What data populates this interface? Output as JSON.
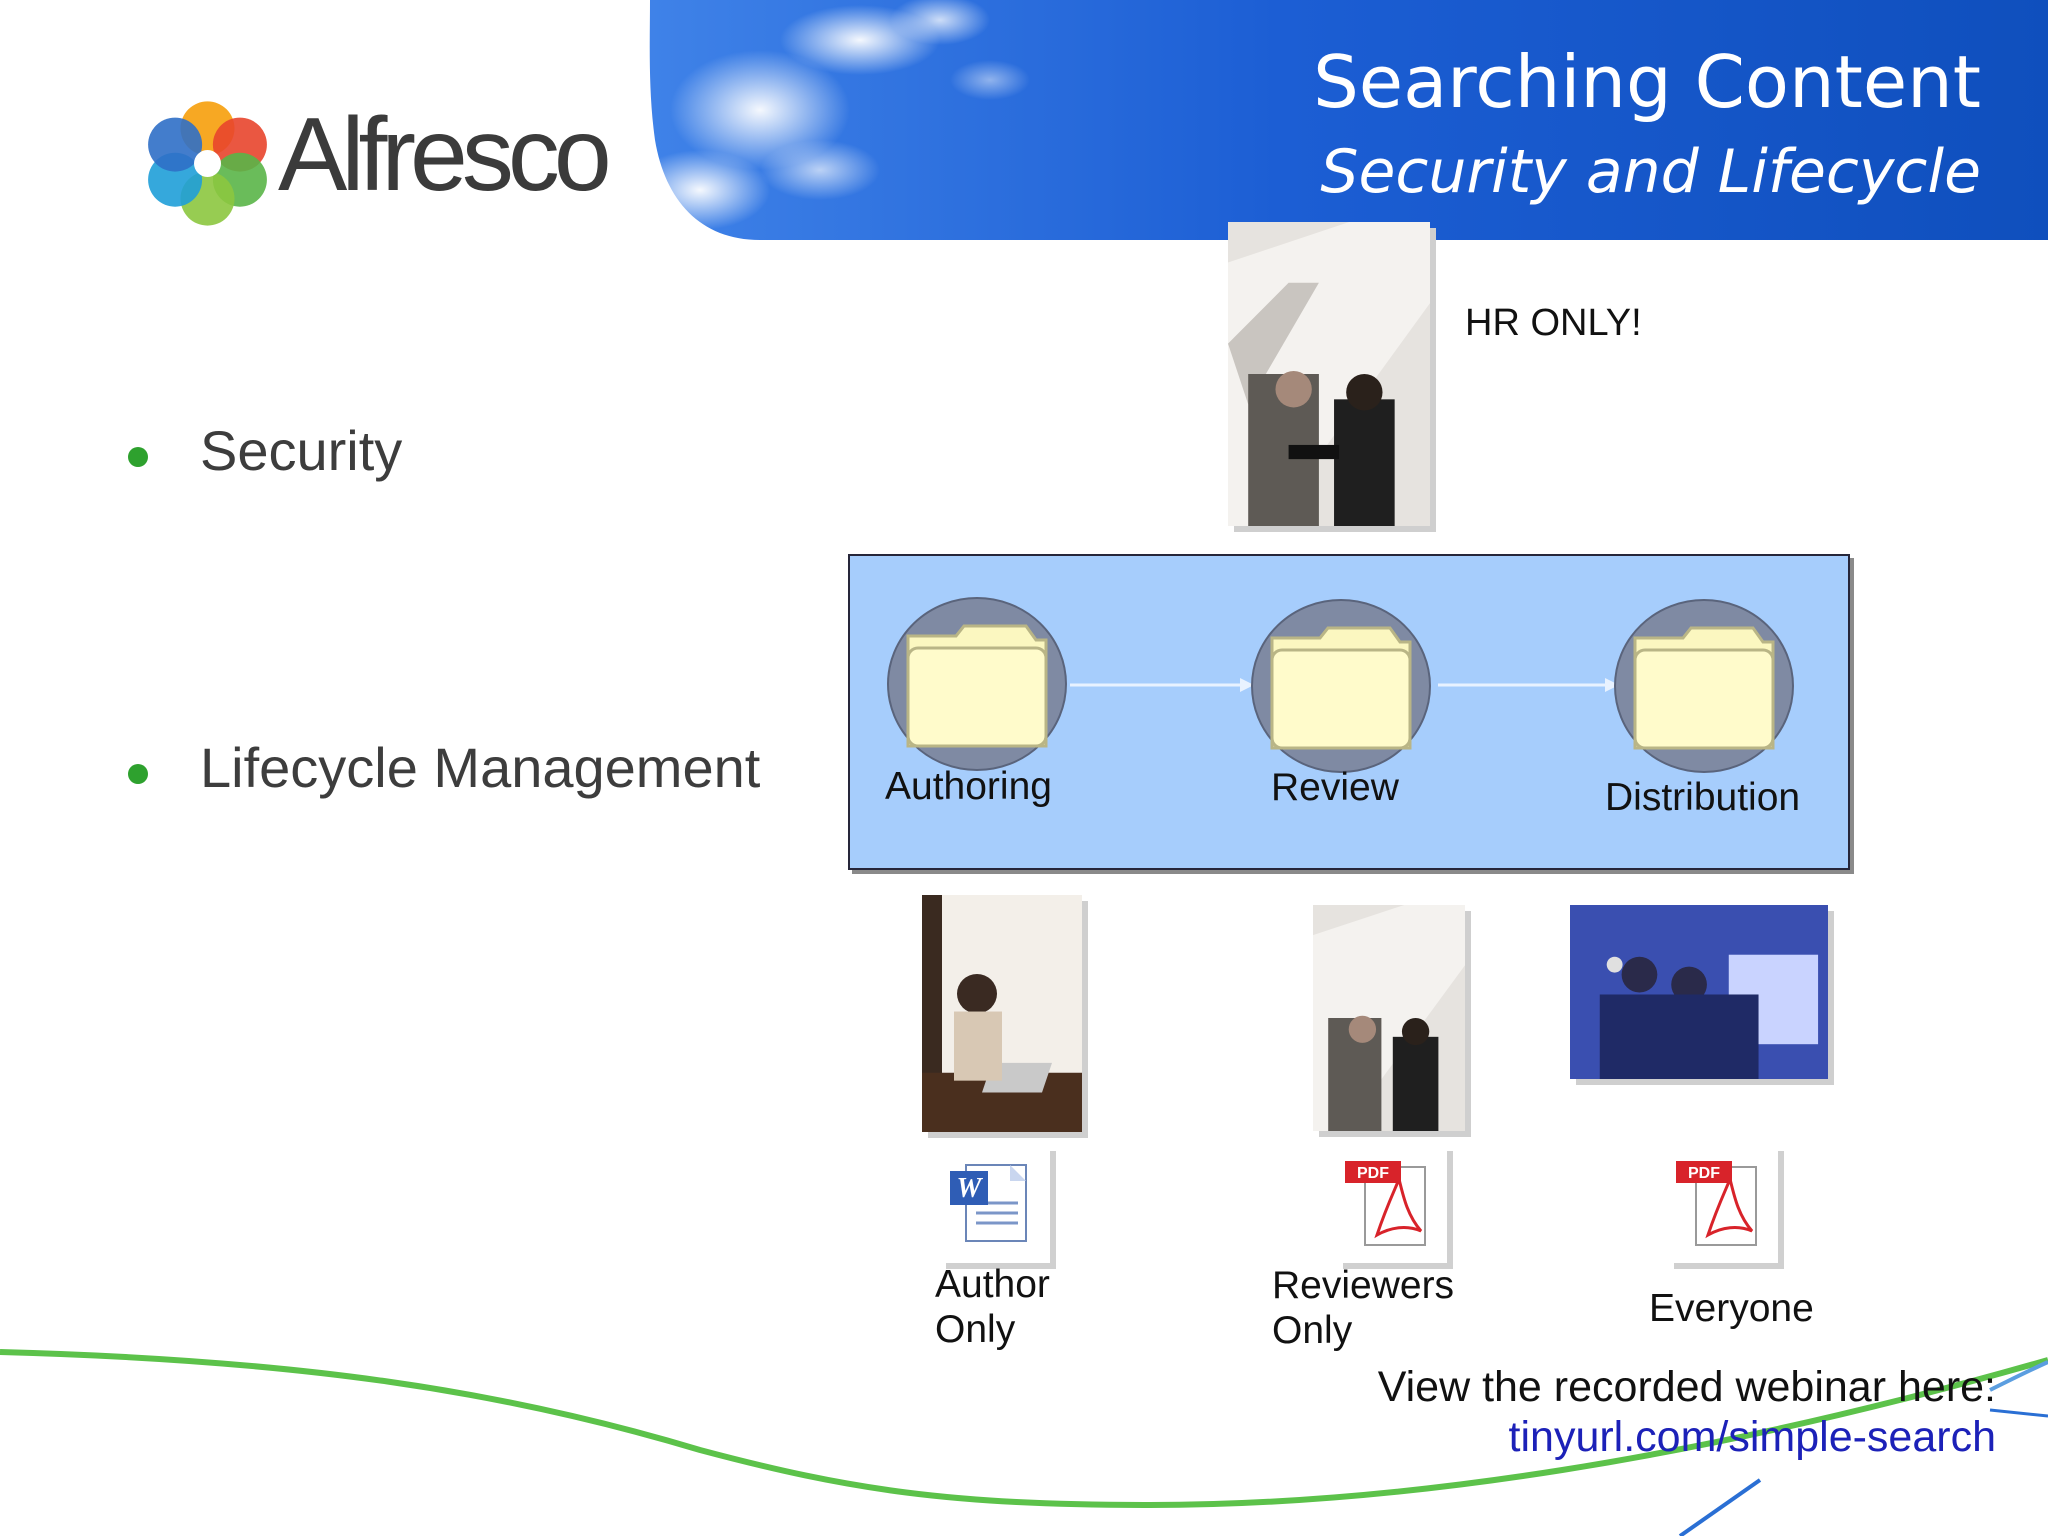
{
  "header": {
    "title": "Searching Content",
    "subtitle": "Security and Lifecycle"
  },
  "logo": {
    "text": "Alfresco",
    "icon": "alfresco-flower-icon"
  },
  "bullets": [
    {
      "label": "Security"
    },
    {
      "label": "Lifecycle Management"
    }
  ],
  "security": {
    "note": "HR ONLY!"
  },
  "lifecycle": {
    "stages": [
      {
        "label": "Authoring",
        "icon": "folder-icon"
      },
      {
        "label": "Review",
        "icon": "folder-icon"
      },
      {
        "label": "Distribution",
        "icon": "folder-icon"
      }
    ]
  },
  "documents": [
    {
      "caption_line1": "Author",
      "caption_line2": "Only",
      "icon": "word-document-icon"
    },
    {
      "caption_line1": "Reviewers",
      "caption_line2": "Only",
      "icon": "pdf-document-icon"
    },
    {
      "caption_line1": "Everyone",
      "caption_line2": "",
      "icon": "pdf-document-icon"
    }
  ],
  "footer": {
    "webinar_text": "View the recorded webinar here:",
    "link_text": "tinyurl.com/simple-search"
  },
  "colors": {
    "header_blue": "#1556c4",
    "bullet_green": "#2ea12e",
    "lifecycle_box": "#a6cdfc",
    "link_blue": "#1c21b8"
  }
}
